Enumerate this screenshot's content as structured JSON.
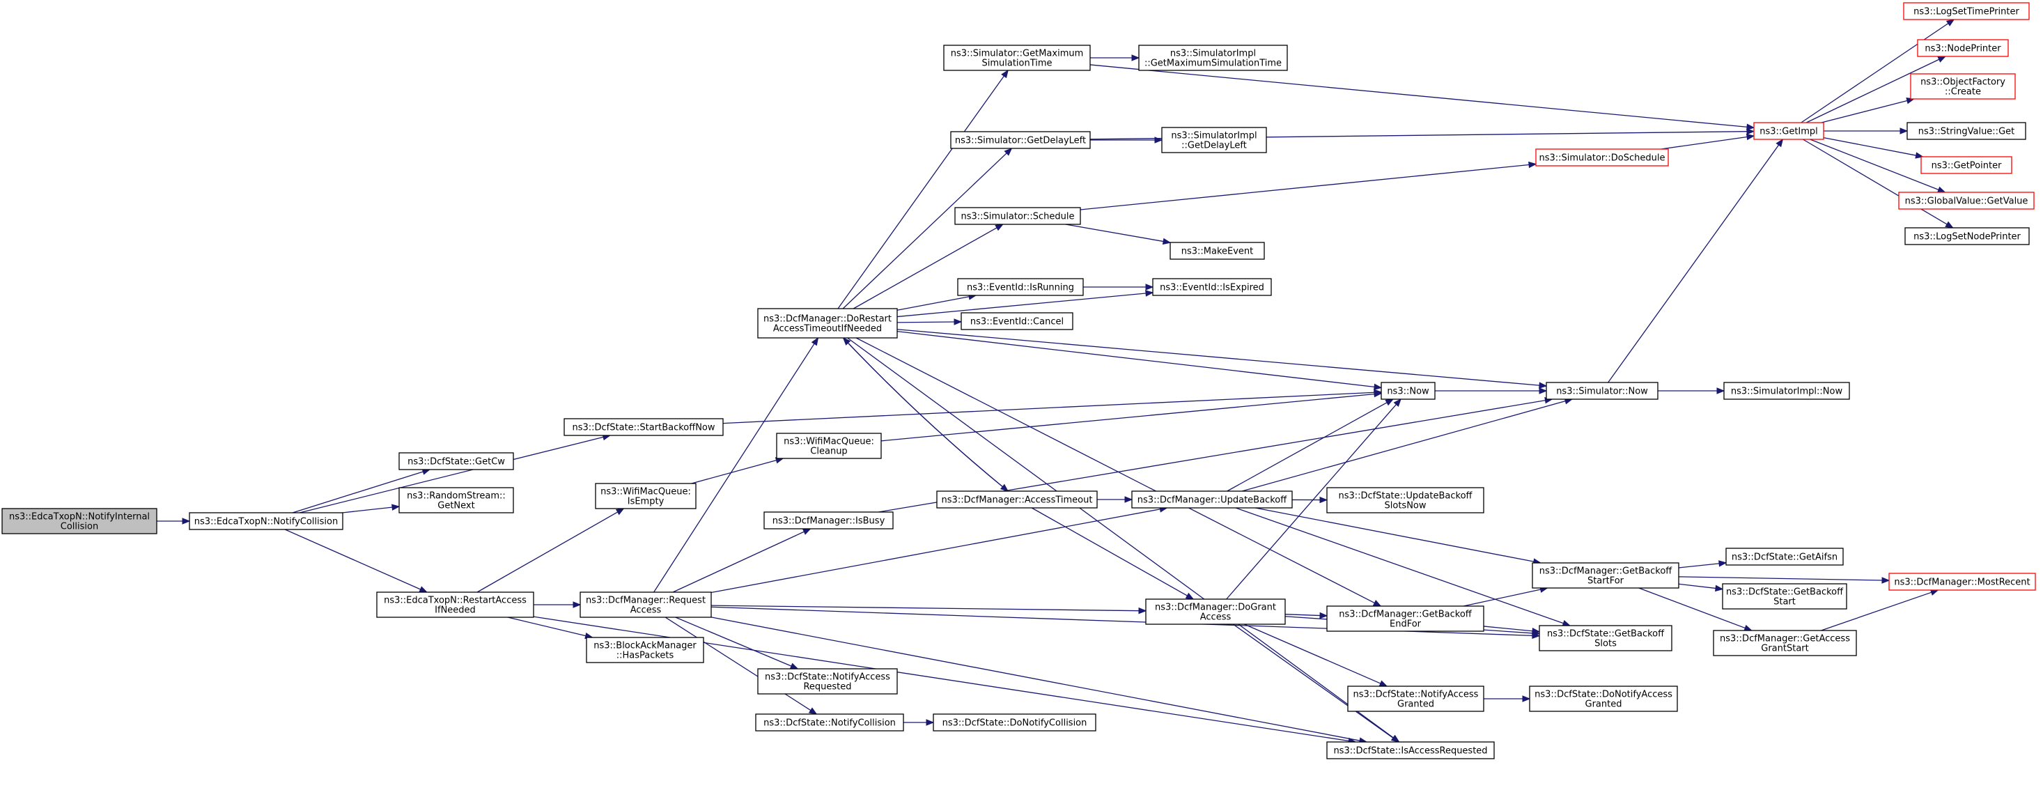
{
  "diagram": {
    "edge_color": "#191970",
    "external_node_border": "#ff0000",
    "root_fill": "#bfbfbf",
    "nodes": [
      {
        "id": "root",
        "lines": [
          "ns3::EdcaTxopN::NotifyInternal",
          "Collision"
        ],
        "style": "root"
      },
      {
        "id": "notifyCollision",
        "lines": [
          "ns3::EdcaTxopN::NotifyCollision"
        ]
      },
      {
        "id": "getCw",
        "lines": [
          "ns3::DcfState::GetCw"
        ]
      },
      {
        "id": "randGetNext",
        "lines": [
          "ns3::RandomStream::",
          "GetNext"
        ]
      },
      {
        "id": "startBackoffNow",
        "lines": [
          "ns3::DcfState::StartBackoffNow"
        ]
      },
      {
        "id": "restartAccess",
        "lines": [
          "ns3::EdcaTxopN::RestartAccess",
          "IfNeeded"
        ]
      },
      {
        "id": "wifiIsEmpty",
        "lines": [
          "ns3::WifiMacQueue:",
          "IsEmpty"
        ]
      },
      {
        "id": "wifiCleanup",
        "lines": [
          "ns3::WifiMacQueue:",
          "Cleanup"
        ]
      },
      {
        "id": "requestAccess",
        "lines": [
          "ns3::DcfManager::Request",
          "Access"
        ]
      },
      {
        "id": "hasPackets",
        "lines": [
          "ns3::BlockAckManager",
          "::HasPackets"
        ]
      },
      {
        "id": "isBusy",
        "lines": [
          "ns3::DcfManager::IsBusy"
        ]
      },
      {
        "id": "doRestart",
        "lines": [
          "ns3::DcfManager::DoRestart",
          "AccessTimeoutIfNeeded"
        ]
      },
      {
        "id": "notifyAccessReq",
        "lines": [
          "ns3::DcfState::NotifyAccess",
          "Requested"
        ]
      },
      {
        "id": "dcfNotifyCollision",
        "lines": [
          "ns3::DcfState::NotifyCollision"
        ]
      },
      {
        "id": "doNotifyCollision",
        "lines": [
          "ns3::DcfState::DoNotifyCollision"
        ]
      },
      {
        "id": "simGetMax",
        "lines": [
          "ns3::Simulator::GetMaximum",
          "SimulationTime"
        ]
      },
      {
        "id": "simImplGetMax",
        "lines": [
          "ns3::SimulatorImpl",
          "::GetMaximumSimulationTime"
        ]
      },
      {
        "id": "simGetDelay",
        "lines": [
          "ns3::Simulator::GetDelayLeft"
        ]
      },
      {
        "id": "simImplGetDelay",
        "lines": [
          "ns3::SimulatorImpl",
          "::GetDelayLeft"
        ]
      },
      {
        "id": "simSchedule",
        "lines": [
          "ns3::Simulator::Schedule"
        ]
      },
      {
        "id": "makeEvent",
        "lines": [
          "ns3::MakeEvent"
        ]
      },
      {
        "id": "evIsRunning",
        "lines": [
          "ns3::EventId::IsRunning"
        ]
      },
      {
        "id": "evIsExpired",
        "lines": [
          "ns3::EventId::IsExpired"
        ]
      },
      {
        "id": "evCancel",
        "lines": [
          "ns3::EventId::Cancel"
        ]
      },
      {
        "id": "now",
        "lines": [
          "ns3::Now"
        ]
      },
      {
        "id": "accessTimeout",
        "lines": [
          "ns3::DcfManager::AccessTimeout"
        ]
      },
      {
        "id": "updateBackoff",
        "lines": [
          "ns3::DcfManager::UpdateBackoff"
        ]
      },
      {
        "id": "updateBackoffSlots",
        "lines": [
          "ns3::DcfState::UpdateBackoff",
          "SlotsNow"
        ]
      },
      {
        "id": "doGrant",
        "lines": [
          "ns3::DcfManager::DoGrant",
          "Access"
        ]
      },
      {
        "id": "getBackoffEndFor",
        "lines": [
          "ns3::DcfManager::GetBackoff",
          "EndFor"
        ]
      },
      {
        "id": "notifyAccessGranted",
        "lines": [
          "ns3::DcfState::NotifyAccess",
          "Granted"
        ]
      },
      {
        "id": "isAccessRequested",
        "lines": [
          "ns3::DcfState::IsAccessRequested"
        ]
      },
      {
        "id": "simDoSchedule",
        "lines": [
          "ns3::Simulator::DoSchedule"
        ],
        "style": "ext"
      },
      {
        "id": "simNow",
        "lines": [
          "ns3::Simulator::Now"
        ]
      },
      {
        "id": "getBackoffStartFor",
        "lines": [
          "ns3::DcfManager::GetBackoff",
          "StartFor"
        ]
      },
      {
        "id": "getBackoffSlots",
        "lines": [
          "ns3::DcfState::GetBackoff",
          "Slots"
        ]
      },
      {
        "id": "doNotifyAccessGranted",
        "lines": [
          "ns3::DcfState::DoNotifyAccess",
          "Granted"
        ]
      },
      {
        "id": "getImpl",
        "lines": [
          "ns3::GetImpl"
        ],
        "style": "ext"
      },
      {
        "id": "simImplNow",
        "lines": [
          "ns3::SimulatorImpl::Now"
        ]
      },
      {
        "id": "getAifsn",
        "lines": [
          "ns3::DcfState::GetAifsn"
        ]
      },
      {
        "id": "getBackoffStart",
        "lines": [
          "ns3::DcfState::GetBackoff",
          "Start"
        ]
      },
      {
        "id": "getAccessGrantStart",
        "lines": [
          "ns3::DcfManager::GetAccess",
          "GrantStart"
        ]
      },
      {
        "id": "logSetTimePrinter",
        "lines": [
          "ns3::LogSetTimePrinter"
        ],
        "style": "ext"
      },
      {
        "id": "nodePrinter",
        "lines": [
          "ns3::NodePrinter"
        ],
        "style": "ext"
      },
      {
        "id": "objectFactoryCreate",
        "lines": [
          "ns3::ObjectFactory",
          "::Create"
        ],
        "style": "ext"
      },
      {
        "id": "stringValueGet",
        "lines": [
          "ns3::StringValue::Get"
        ]
      },
      {
        "id": "getPointer",
        "lines": [
          "ns3::GetPointer"
        ],
        "style": "ext"
      },
      {
        "id": "globalValueGet",
        "lines": [
          "ns3::GlobalValue::GetValue"
        ],
        "style": "ext"
      },
      {
        "id": "logSetNodePrinter",
        "lines": [
          "ns3::LogSetNodePrinter"
        ]
      },
      {
        "id": "mostRecent",
        "lines": [
          "ns3::DcfManager::MostRecent"
        ],
        "style": "ext"
      }
    ],
    "edges": [
      [
        "root",
        "notifyCollision"
      ],
      [
        "notifyCollision",
        "getCw"
      ],
      [
        "notifyCollision",
        "randGetNext"
      ],
      [
        "notifyCollision",
        "startBackoffNow"
      ],
      [
        "notifyCollision",
        "restartAccess"
      ],
      [
        "startBackoffNow",
        "now"
      ],
      [
        "restartAccess",
        "wifiIsEmpty"
      ],
      [
        "restartAccess",
        "requestAccess"
      ],
      [
        "restartAccess",
        "hasPackets"
      ],
      [
        "restartAccess",
        "isAccessRequested"
      ],
      [
        "wifiIsEmpty",
        "wifiCleanup"
      ],
      [
        "wifiCleanup",
        "now"
      ],
      [
        "requestAccess",
        "isBusy"
      ],
      [
        "requestAccess",
        "doRestart"
      ],
      [
        "requestAccess",
        "updateBackoff"
      ],
      [
        "requestAccess",
        "doGrant"
      ],
      [
        "requestAccess",
        "notifyAccessReq"
      ],
      [
        "requestAccess",
        "dcfNotifyCollision"
      ],
      [
        "requestAccess",
        "isAccessRequested"
      ],
      [
        "requestAccess",
        "getBackoffSlots"
      ],
      [
        "isBusy",
        "simNow"
      ],
      [
        "doRestart",
        "simGetMax"
      ],
      [
        "doRestart",
        "simGetDelay"
      ],
      [
        "doRestart",
        "simSchedule"
      ],
      [
        "doRestart",
        "evIsRunning"
      ],
      [
        "doRestart",
        "evIsExpired"
      ],
      [
        "doRestart",
        "evCancel"
      ],
      [
        "doRestart",
        "now"
      ],
      [
        "doRestart",
        "simNow"
      ],
      [
        "doRestart",
        "accessTimeout"
      ],
      [
        "doRestart",
        "getBackoffEndFor"
      ],
      [
        "doRestart",
        "isAccessRequested"
      ],
      [
        "dcfNotifyCollision",
        "doNotifyCollision"
      ],
      [
        "simGetMax",
        "simImplGetMax"
      ],
      [
        "simGetMax",
        "getImpl"
      ],
      [
        "simGetDelay",
        "simImplGetDelay"
      ],
      [
        "simGetDelay",
        "getImpl"
      ],
      [
        "simSchedule",
        "simDoSchedule"
      ],
      [
        "simSchedule",
        "makeEvent"
      ],
      [
        "evIsRunning",
        "evIsExpired"
      ],
      [
        "accessTimeout",
        "updateBackoff"
      ],
      [
        "accessTimeout",
        "doRestart"
      ],
      [
        "accessTimeout",
        "doGrant"
      ],
      [
        "updateBackoff",
        "now"
      ],
      [
        "updateBackoff",
        "simNow"
      ],
      [
        "updateBackoff",
        "updateBackoffSlots"
      ],
      [
        "updateBackoff",
        "getBackoffStartFor"
      ],
      [
        "updateBackoff",
        "getBackoffSlots"
      ],
      [
        "doGrant",
        "now"
      ],
      [
        "doGrant",
        "getBackoffEndFor"
      ],
      [
        "doGrant",
        "getBackoffSlots"
      ],
      [
        "doGrant",
        "notifyAccessGranted"
      ],
      [
        "doGrant",
        "isAccessRequested"
      ],
      [
        "getBackoffEndFor",
        "getBackoffStartFor"
      ],
      [
        "getBackoffEndFor",
        "getBackoffSlots"
      ],
      [
        "notifyAccessGranted",
        "doNotifyAccessGranted"
      ],
      [
        "simDoSchedule",
        "getImpl"
      ],
      [
        "now",
        "simNow"
      ],
      [
        "simNow",
        "getImpl"
      ],
      [
        "simNow",
        "simImplNow"
      ],
      [
        "getBackoffStartFor",
        "getAifsn"
      ],
      [
        "getBackoffStartFor",
        "getBackoffStart"
      ],
      [
        "getBackoffStartFor",
        "getAccessGrantStart"
      ],
      [
        "getBackoffStartFor",
        "mostRecent"
      ],
      [
        "getAccessGrantStart",
        "mostRecent"
      ],
      [
        "getImpl",
        "logSetTimePrinter"
      ],
      [
        "getImpl",
        "nodePrinter"
      ],
      [
        "getImpl",
        "objectFactoryCreate"
      ],
      [
        "getImpl",
        "stringValueGet"
      ],
      [
        "getImpl",
        "getPointer"
      ],
      [
        "getImpl",
        "globalValueGet"
      ],
      [
        "getImpl",
        "logSetNodePrinter"
      ]
    ]
  }
}
